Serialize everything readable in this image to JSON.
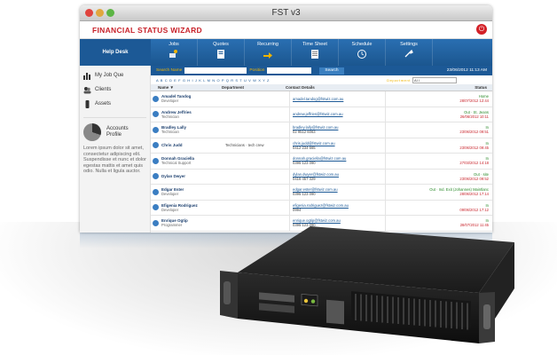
{
  "window": {
    "title": "FST v3"
  },
  "brand": "FINANCIAL STATUS WIZARD",
  "help_desk": "Help Desk",
  "nav": [
    "Jobs",
    "Quotes",
    "Recurring",
    "Time Sheet",
    "Schedule",
    "Settings"
  ],
  "sidebar": {
    "items": [
      "My Job Que",
      "Clients",
      "Assets"
    ],
    "profile": [
      "Accounts",
      "Profile"
    ],
    "lorem": "Lorem ipsum dolor sit amet, consectetur adipiscing elit. Suspendisse et nunc et dolor egestas mattis et amet quis odio. Nulla et ligula auctor."
  },
  "search": {
    "name_label": "Search Name",
    "position_label": "Position",
    "button": "Search",
    "datetime": "23/06/2012 11:13 AM",
    "alphabet": "A B C D E F G H I J K L M N O P Q R S T U V W X Y Z",
    "department_label": "Department",
    "department_value": "All"
  },
  "table": {
    "headers": {
      "name": "Name ▼",
      "department": "Department",
      "contact": "Contact Details",
      "status": "Status"
    },
    "rows": [
      {
        "name": "Amadel Tandog",
        "role": "Developer",
        "dept": "",
        "email": "amadel.tandog@fstwiz.com.au",
        "phone": "",
        "status": "Home",
        "date": "28/07/2012 12:44"
      },
      {
        "name": "Andrew Jeffries",
        "role": "Technician",
        "dept": "",
        "email": "andrew.jeffries@fstwiz.com.au",
        "phone": "",
        "status": "Out · St. Jeans",
        "date": "26/06/2012 10:11"
      },
      {
        "name": "Bradley Lally",
        "role": "Technician",
        "dept": "",
        "email": "bradley.lally@fstwiz.com.au",
        "phone": "02 9512 6063",
        "status": "In",
        "date": "23/06/2012 09:51"
      },
      {
        "name": "Chris Judd",
        "role": "",
        "dept": "Technicians · tech crew",
        "email": "chris.judd@fstwiz.com.au",
        "phone": "0412 234 665",
        "status": "In",
        "date": "23/06/2012 09:45"
      },
      {
        "name": "Donnah Graciella",
        "role": "Technical Support",
        "dept": "",
        "email": "donnah.graciella@fstwiz.com.au",
        "phone": "0395 123 090",
        "status": "In",
        "date": "27/03/2012 14:18"
      },
      {
        "name": "Dylan Dwyer",
        "role": "",
        "dept": "",
        "email": "dylan.dwyer@fstwiz.com.au",
        "phone": "0416 457 329",
        "status": "Out · site",
        "date": "23/06/2012 09:52"
      },
      {
        "name": "Edgar Ester",
        "role": "Developer",
        "dept": "",
        "email": "edgar.ester@fstwiz.com.au",
        "phone": "0395 123 090",
        "status": "Out · Ind. Exit (Johannes) Maintlanc",
        "date": "28/06/2012 17:14"
      },
      {
        "name": "Efigenia Rodriguez",
        "role": "Developer",
        "dept": "",
        "email": "efigenia.rodriguez@fstwiz.com.au",
        "phone": "0994",
        "status": "In",
        "date": "09/06/2012 17:12"
      },
      {
        "name": "Enrique Ogtip",
        "role": "Programmer",
        "dept": "",
        "email": "enrique.ogtip@fstwiz.com.au",
        "phone": "0395 123 090",
        "status": "In",
        "date": "28/07/2012 11:45"
      }
    ]
  },
  "colors": {
    "accent": "#1c5996",
    "brand": "#c8222a",
    "highlight": "#f0b400"
  }
}
